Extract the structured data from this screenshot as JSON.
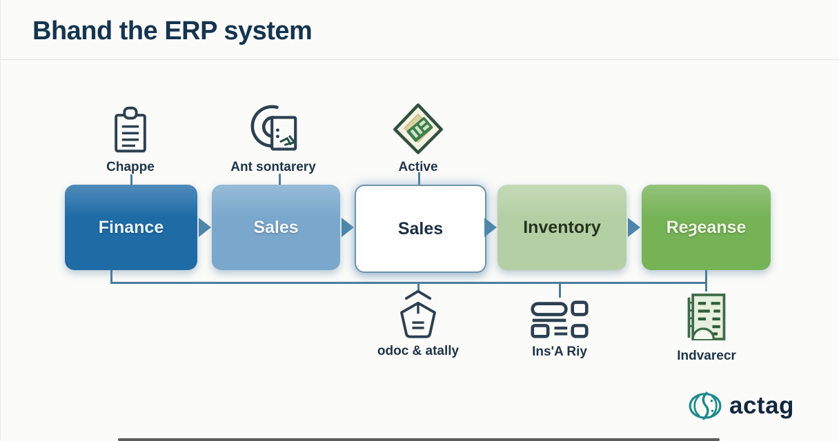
{
  "title": "Bhand the ERP system",
  "colors": {
    "title": "#15344f",
    "label": "#1e3448",
    "connector": "#4a7d99",
    "arrow": "#4e86ab",
    "logo_teal": "#1f8a8a",
    "logo_text": "#12263e"
  },
  "top_icons": [
    {
      "icon": "clipboard-icon",
      "label": "Chappe"
    },
    {
      "icon": "sync-document-icon",
      "label": "Ant sontarery"
    },
    {
      "icon": "folder-badge-icon",
      "label": "Active"
    }
  ],
  "flow_boxes": [
    {
      "label": "Finance",
      "bg": "#1e6ba6",
      "fg": "#e8f3fb"
    },
    {
      "label": "Sales",
      "bg": "#7aa8cc",
      "fg": "#f3f8fc"
    },
    {
      "label": "Sales",
      "bg": "#ffffff",
      "fg": "#1c2f42"
    },
    {
      "label": "Inventory",
      "bg": "#b5cfa4",
      "fg": "#24341d"
    },
    {
      "label": "Reȝeanse",
      "bg": "#76b356",
      "fg": "#eef6e4"
    }
  ],
  "bottom_icons": [
    {
      "icon": "shopping-bag-icon",
      "label": "odoc & atally"
    },
    {
      "icon": "form-list-icon",
      "label": "Ins'A Riy"
    },
    {
      "icon": "report-document-icon",
      "label": "Indvarecr"
    }
  ],
  "logo": {
    "icon": "globe-currency-icon",
    "text": "actag"
  }
}
